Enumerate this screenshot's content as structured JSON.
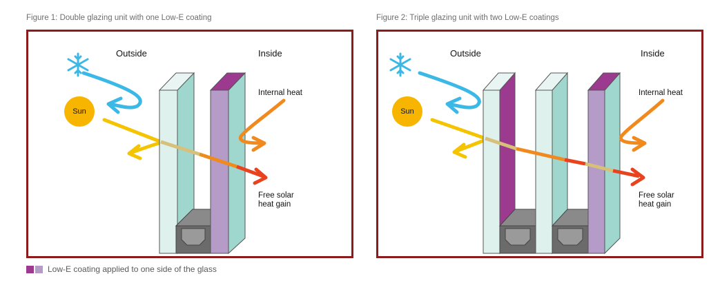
{
  "figures": [
    {
      "caption": "Figure 1: Double glazing unit with one Low-E coating",
      "outside_label": "Outside",
      "inside_label": "Inside",
      "sun_label": "Sun",
      "internal_heat_label": "Internal heat",
      "solar_gain_line1": "Free solar",
      "solar_gain_line2": "heat gain"
    },
    {
      "caption": "Figure 2: Triple glazing unit with two Low-E coatings",
      "outside_label": "Outside",
      "inside_label": "Inside",
      "sun_label": "Sun",
      "internal_heat_label": "Internal heat",
      "solar_gain_line1": "Free solar",
      "solar_gain_line2": "heat gain"
    }
  ],
  "legend": {
    "text": "Low-E coating applied to one side of the glass",
    "swatch_colors": [
      "#9b3a8e",
      "#b49bc8"
    ]
  },
  "colors": {
    "frame": "#8e1b1b",
    "cold_arrow": "#3cb8e6",
    "sun": "#f7b500",
    "sun_ray": "#f5c400",
    "heat_arrow": "#f08a1e",
    "gain_arrow": "#e8431e",
    "glass": "#d3ece6",
    "glass_tint": "#8fd0c8",
    "lowe_dark": "#9b3a8e",
    "lowe_light": "#b49bc8"
  }
}
